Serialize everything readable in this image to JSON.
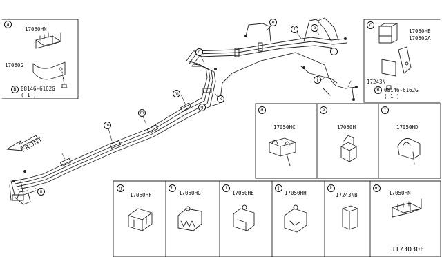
{
  "panel_a": {
    "callout": "a",
    "part_top": "17050HN",
    "part_left": "17050G",
    "bolt_prefix": "B",
    "bolt_part": "08146-6162G",
    "bolt_qty": "( 1 )"
  },
  "panel_c": {
    "callout": "c",
    "part_1": "17050HB",
    "part_2": "17050GA",
    "part_3": "17243N",
    "bolt_prefix": "B",
    "bolt_part": "08146-6162G",
    "bolt_qty": "( 1 )"
  },
  "front_label": "FRONT",
  "route_callouts": [
    "d",
    "e",
    "f",
    "b",
    "i",
    "j",
    "k",
    "g",
    "n",
    "m",
    "m",
    "m"
  ],
  "detail_row1": [
    {
      "callout": "d",
      "part": "17050HC"
    },
    {
      "callout": "e",
      "part": "17050H"
    },
    {
      "callout": "f",
      "part": "17050HD"
    }
  ],
  "detail_row2": [
    {
      "callout": "g",
      "part": "17050HF"
    },
    {
      "callout": "h",
      "part": "17050HG"
    },
    {
      "callout": "i",
      "part": "17050HE"
    },
    {
      "callout": "j",
      "part": "17050HH"
    },
    {
      "callout": "k",
      "part": "17243NB"
    },
    {
      "callout": "m",
      "part": "17050HN"
    }
  ],
  "drawing_number": "J173030F"
}
